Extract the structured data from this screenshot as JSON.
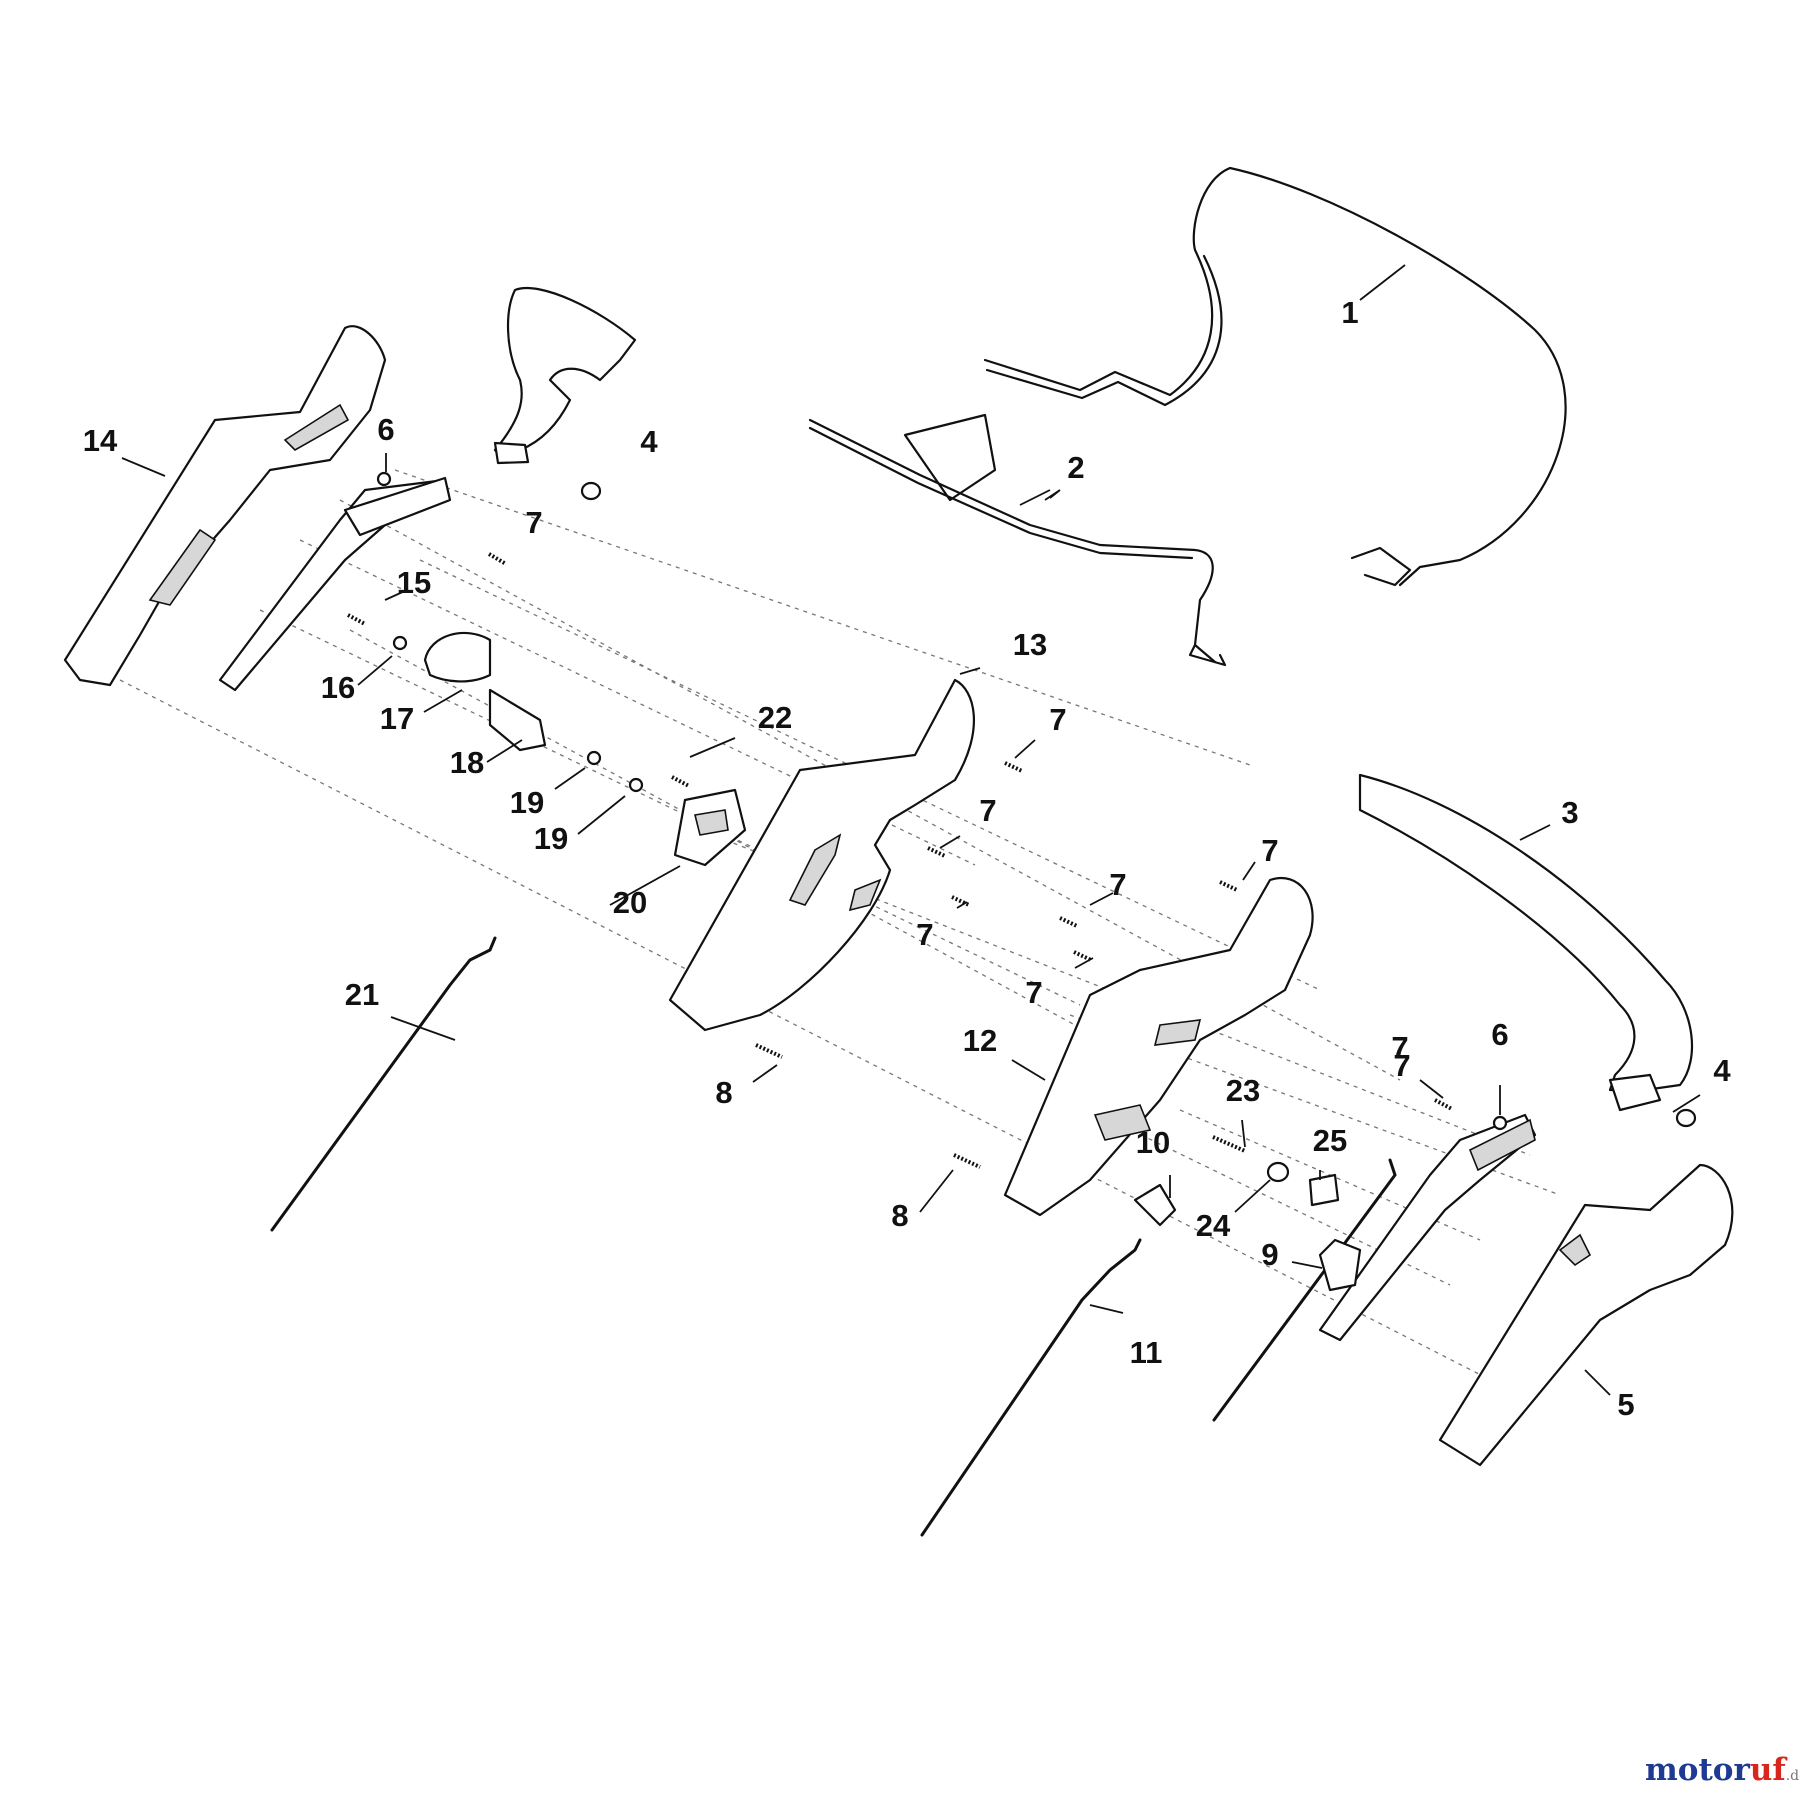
{
  "callouts": [
    {
      "label": "1"
    },
    {
      "label": "2"
    },
    {
      "label": "3"
    },
    {
      "label": "4"
    },
    {
      "label": "4"
    },
    {
      "label": "5"
    },
    {
      "label": "6"
    },
    {
      "label": "6"
    },
    {
      "label": "7"
    },
    {
      "label": "7"
    },
    {
      "label": "7"
    },
    {
      "label": "7"
    },
    {
      "label": "7"
    },
    {
      "label": "7"
    },
    {
      "label": "7"
    },
    {
      "label": "7"
    },
    {
      "label": "7"
    },
    {
      "label": "8"
    },
    {
      "label": "8"
    },
    {
      "label": "9"
    },
    {
      "label": "10"
    },
    {
      "label": "11"
    },
    {
      "label": "12"
    },
    {
      "label": "13"
    },
    {
      "label": "14"
    },
    {
      "label": "15"
    },
    {
      "label": "16"
    },
    {
      "label": "17"
    },
    {
      "label": "18"
    },
    {
      "label": "19"
    },
    {
      "label": "19"
    },
    {
      "label": "20"
    },
    {
      "label": "21"
    },
    {
      "label": "22"
    },
    {
      "label": "23"
    },
    {
      "label": "24"
    },
    {
      "label": "25"
    }
  ],
  "watermark": {
    "name": "motor",
    "accent": "uf",
    "suffix": ".de"
  },
  "colors": {
    "line": "#111111",
    "shade": "#d7d7d7",
    "brand_blue": "#1f3a93",
    "brand_red": "#d9261c"
  }
}
